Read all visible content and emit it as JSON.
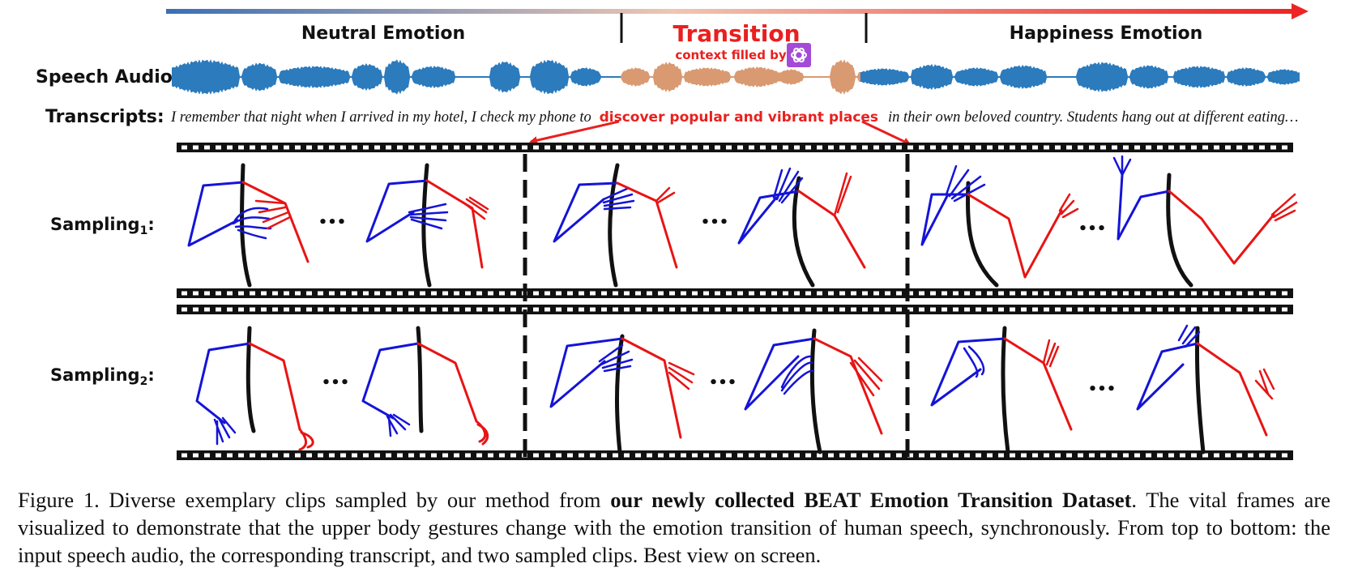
{
  "header": {
    "left_label": "Neutral Emotion",
    "middle_label": "Transition",
    "middle_sublabel": "context filled by",
    "right_label": "Happiness Emotion",
    "openai_logo_icon": "openai-logo-icon"
  },
  "rows": {
    "speech_label": "Speech Audio:",
    "transcript_label": "Transcripts:",
    "transcript": {
      "before": "I remember that night when I arrived in my hotel, I check my phone to",
      "highlight": "discover popular and vibrant places",
      "after": "in their own beloved country. Students hang out at different eating…"
    },
    "sampling1_label": "Sampling",
    "sampling1_sub": "1",
    "sampling2_label": "Sampling",
    "sampling2_sub": "2",
    "ellipsis": "•••"
  },
  "colors": {
    "neutral_wave": "#2b7bbd",
    "transition_wave": "#d99a72",
    "highlight_red": "#e8201f",
    "left_arm": "#1414d8",
    "right_arm": "#e81414",
    "spine": "#111111",
    "gradient_start": "#3a6fb5",
    "gradient_end": "#ee2424",
    "logo_bg": "#a34bd8"
  },
  "caption": {
    "prefix": "Figure 1.  Diverse exemplary clips sampled by our method from ",
    "bold": "our newly collected BEAT Emotion Transition Dataset",
    "suffix": ".  The vital frames are visualized to demonstrate that the upper body gestures change with the emotion transition of human speech, synchronously. From top to bottom: the input speech audio, the corresponding transcript, and two sampled clips. Best view on screen."
  }
}
